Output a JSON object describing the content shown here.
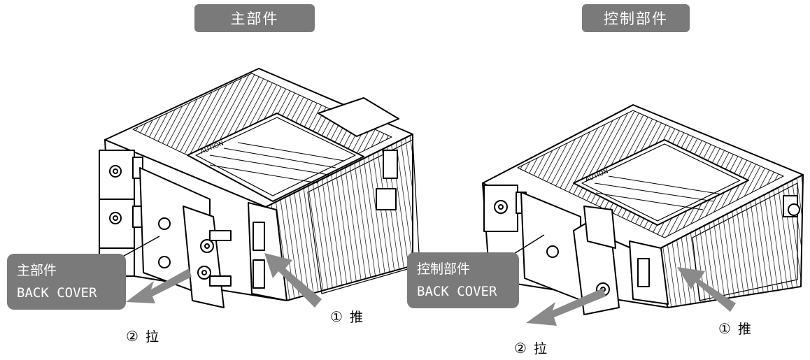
{
  "left": {
    "header": "主部件",
    "callout": {
      "line1": "主部件",
      "line2": "BACK COVER"
    },
    "push": {
      "num": "①",
      "label": "推"
    },
    "pull": {
      "num": "②",
      "label": "拉"
    }
  },
  "right": {
    "header": "控制部件",
    "callout": {
      "line1": "控制部件",
      "line2": "BACK COVER"
    },
    "push": {
      "num": "①",
      "label": "推"
    },
    "pull": {
      "num": "②",
      "label": "拉"
    }
  },
  "colors": {
    "label_bg": "#7a7a7a",
    "arrow": "#8a8a8a",
    "line": "#000000"
  },
  "icons": [
    "module-drawing",
    "push-arrow",
    "pull-arrow"
  ]
}
